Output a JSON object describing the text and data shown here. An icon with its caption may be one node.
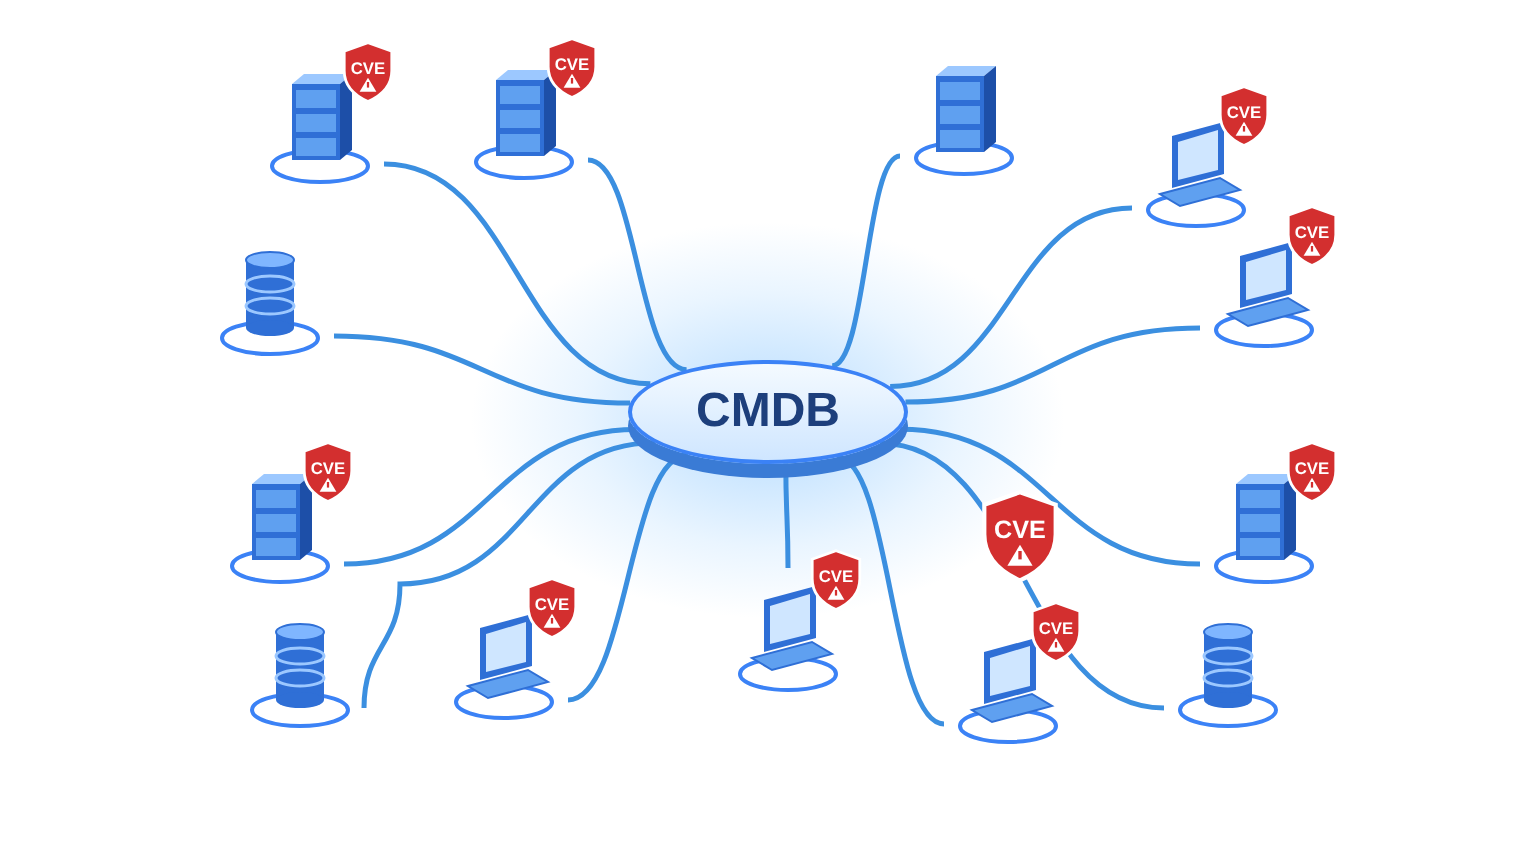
{
  "diagram": {
    "nodes": [
      {
        "text": [
          "CMDB"
        ]
      },
      {
        "text": [],
        "shape": "server",
        "beside": [
          "CVE"
        ]
      },
      {
        "text": [],
        "shape": "server",
        "beside": [
          "CVE"
        ]
      },
      {
        "text": [],
        "shape": "server"
      },
      {
        "text": [],
        "shape": "laptop",
        "beside": [
          "CVE"
        ]
      },
      {
        "text": [],
        "shape": "database"
      },
      {
        "text": [],
        "shape": "laptop",
        "beside": [
          "CVE"
        ]
      },
      {
        "text": [],
        "shape": "server",
        "beside": [
          "CVE"
        ]
      },
      {
        "text": [],
        "shape": "server",
        "beside": [
          "CVE"
        ]
      },
      {
        "text": [],
        "shape": "database"
      },
      {
        "text": [],
        "shape": "laptop",
        "beside": [
          "CVE"
        ]
      },
      {
        "text": [],
        "shape": "laptop",
        "beside": [
          "CVE"
        ]
      },
      {
        "text": [],
        "shape": "laptop",
        "beside": [
          "CVE"
        ]
      },
      {
        "text": [],
        "shape": "database"
      }
    ],
    "edges": [
      {
        "from": 0,
        "to": 1,
        "arrow": "none"
      },
      {
        "from": 0,
        "to": 2,
        "arrow": "none"
      },
      {
        "from": 0,
        "to": 3,
        "arrow": "none"
      },
      {
        "from": 0,
        "to": 4,
        "arrow": "none"
      },
      {
        "from": 0,
        "to": 5,
        "arrow": "none"
      },
      {
        "from": 0,
        "to": 6,
        "arrow": "none"
      },
      {
        "from": 0,
        "to": 7,
        "arrow": "none"
      },
      {
        "from": 0,
        "to": 8,
        "arrow": "none"
      },
      {
        "from": 0,
        "to": 9,
        "arrow": "none"
      },
      {
        "from": 0,
        "to": 10,
        "arrow": "none"
      },
      {
        "from": 0,
        "to": 11,
        "arrow": "none"
      },
      {
        "from": 0,
        "to": 12,
        "arrow": "none"
      },
      {
        "from": 0,
        "to": 13,
        "arrow": "none"
      }
    ],
    "labels": [
      "CVE"
    ]
  }
}
